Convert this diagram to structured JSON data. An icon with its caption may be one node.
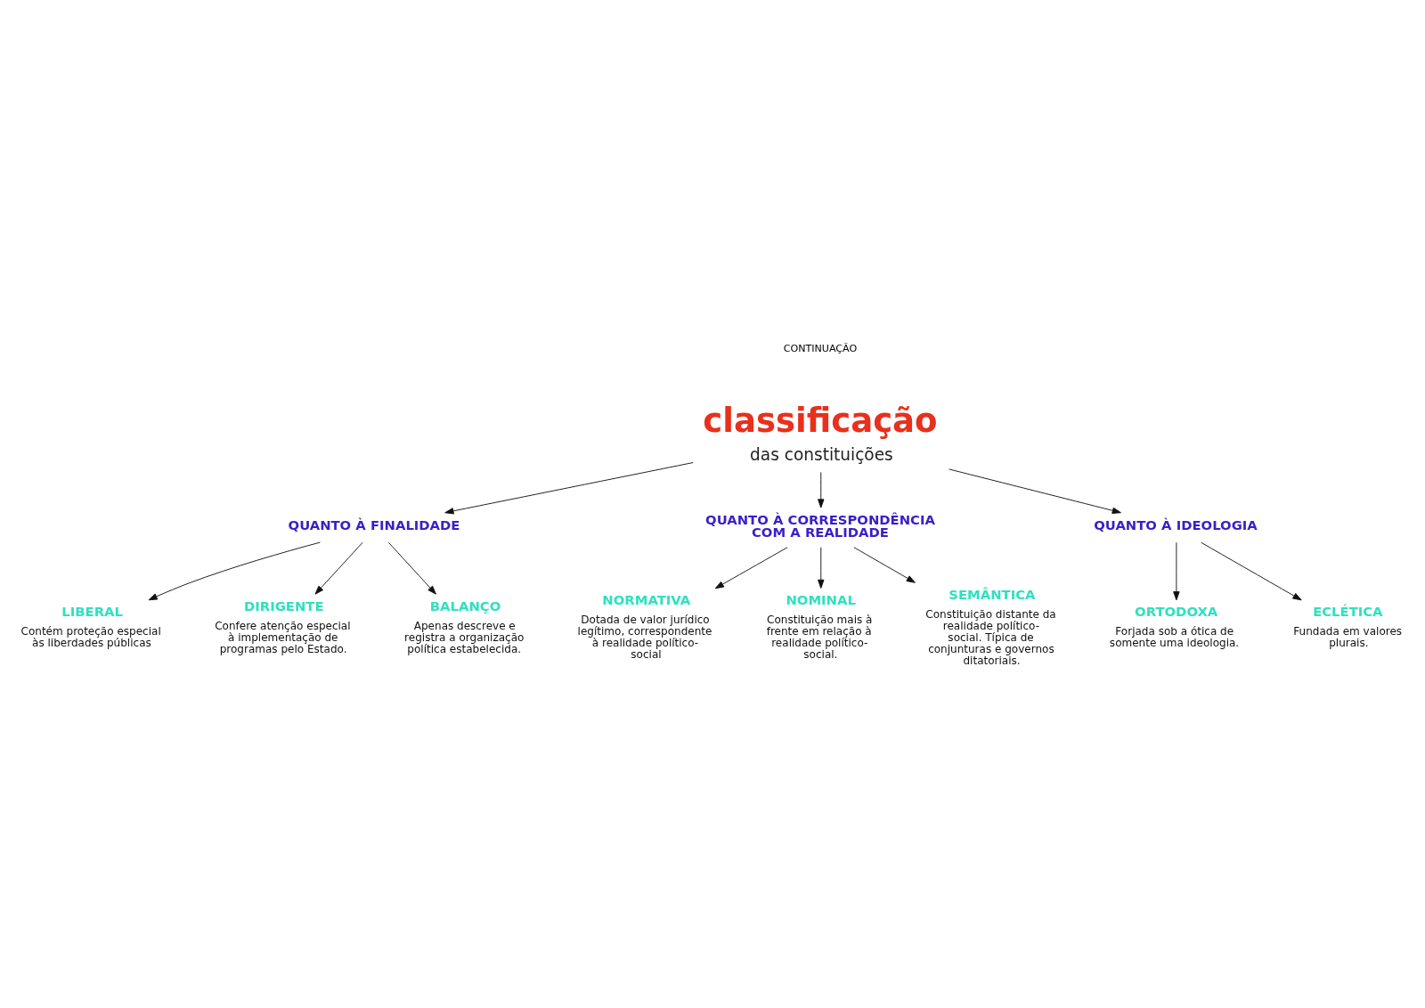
{
  "diagram": {
    "nodes": [
      {
        "text": [
          "classificação",
          "das constituições"
        ]
      },
      {
        "text": [
          "QUANTO À FINALIDADE"
        ]
      },
      {
        "text": [
          "LIBERAL",
          "Contém proteção especial às liberdades públicas"
        ]
      },
      {
        "text": [
          "DIRIGENTE",
          "Confere atenção especial à implementação de programas pelo Estado."
        ]
      },
      {
        "text": [
          "BALANÇO",
          "Apenas descreve e registra a organização política estabelecida."
        ]
      },
      {
        "text": [
          "QUANTO À CORRESPONDÊNCIA COM A REALIDADE"
        ]
      },
      {
        "text": [
          "NORMATIVA",
          "Dotada de valor jurídico legítimo, correspondente à realidade político-social"
        ]
      },
      {
        "text": [
          "NOMINAL",
          "Constituição mais à frente em relação à realidade político-social."
        ]
      },
      {
        "text": [
          "SEMÂNTICA",
          "Constituição distante da realidade político-social. Típica de conjunturas e governos ditatoriais."
        ]
      },
      {
        "text": [
          "QUANTO À IDEOLOGIA"
        ]
      },
      {
        "text": [
          "ORTODOXA",
          "Forjada sob a ótica de somente uma ideologia."
        ]
      },
      {
        "text": [
          "ECLÉTICA",
          "Fundada em valores plurais."
        ]
      }
    ],
    "edges": [
      {
        "from": 0,
        "to": 1,
        "arrow": "to"
      },
      {
        "from": 0,
        "to": 9,
        "arrow": "to"
      },
      {
        "from": 0,
        "to": 5,
        "arrow": "to"
      },
      {
        "from": 1,
        "to": 2,
        "arrow": "to"
      },
      {
        "from": 1,
        "to": 3,
        "arrow": "to"
      },
      {
        "from": 1,
        "to": 4,
        "arrow": "to"
      },
      {
        "from": 5,
        "to": 6,
        "arrow": "to"
      },
      {
        "from": 5,
        "to": 7,
        "arrow": "to"
      },
      {
        "from": 5,
        "to": 8,
        "arrow": "to"
      },
      {
        "from": 9,
        "to": 10,
        "arrow": "to"
      },
      {
        "from": 9,
        "to": 11,
        "arrow": "to"
      }
    ],
    "labels": [
      "CONTINUAÇÃO"
    ]
  }
}
